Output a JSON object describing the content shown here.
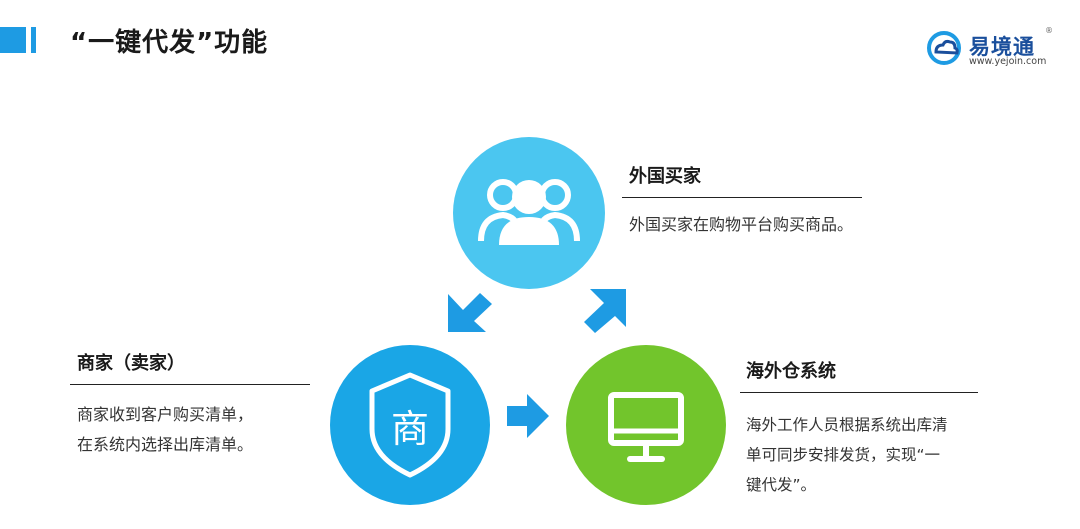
{
  "header": {
    "title": "“一键代发”功能",
    "logo": {
      "name": "易境通",
      "url": "www.yejoin.com",
      "reg": "®"
    }
  },
  "diagram": {
    "buyer": {
      "heading": "外国买家",
      "text": "外国买家在购物平台购买商品。",
      "icon": "people-icon",
      "color": "#4bc6f0"
    },
    "seller": {
      "heading": "商家（卖家）",
      "line1": "商家收到客户购买清单，",
      "line2": "在系统内选择出库清单。",
      "icon": "shield-icon",
      "icon_glyph": "商",
      "color": "#1aa6e6"
    },
    "overseas": {
      "heading": "海外仓系统",
      "line1": "海外工作人员根据系统出库清",
      "line2": "单可同步安排发货，实现“一",
      "line3": "键代发”。",
      "icon": "monitor-icon",
      "color": "#72c52c"
    },
    "arrow_color": "#1e9be3"
  }
}
